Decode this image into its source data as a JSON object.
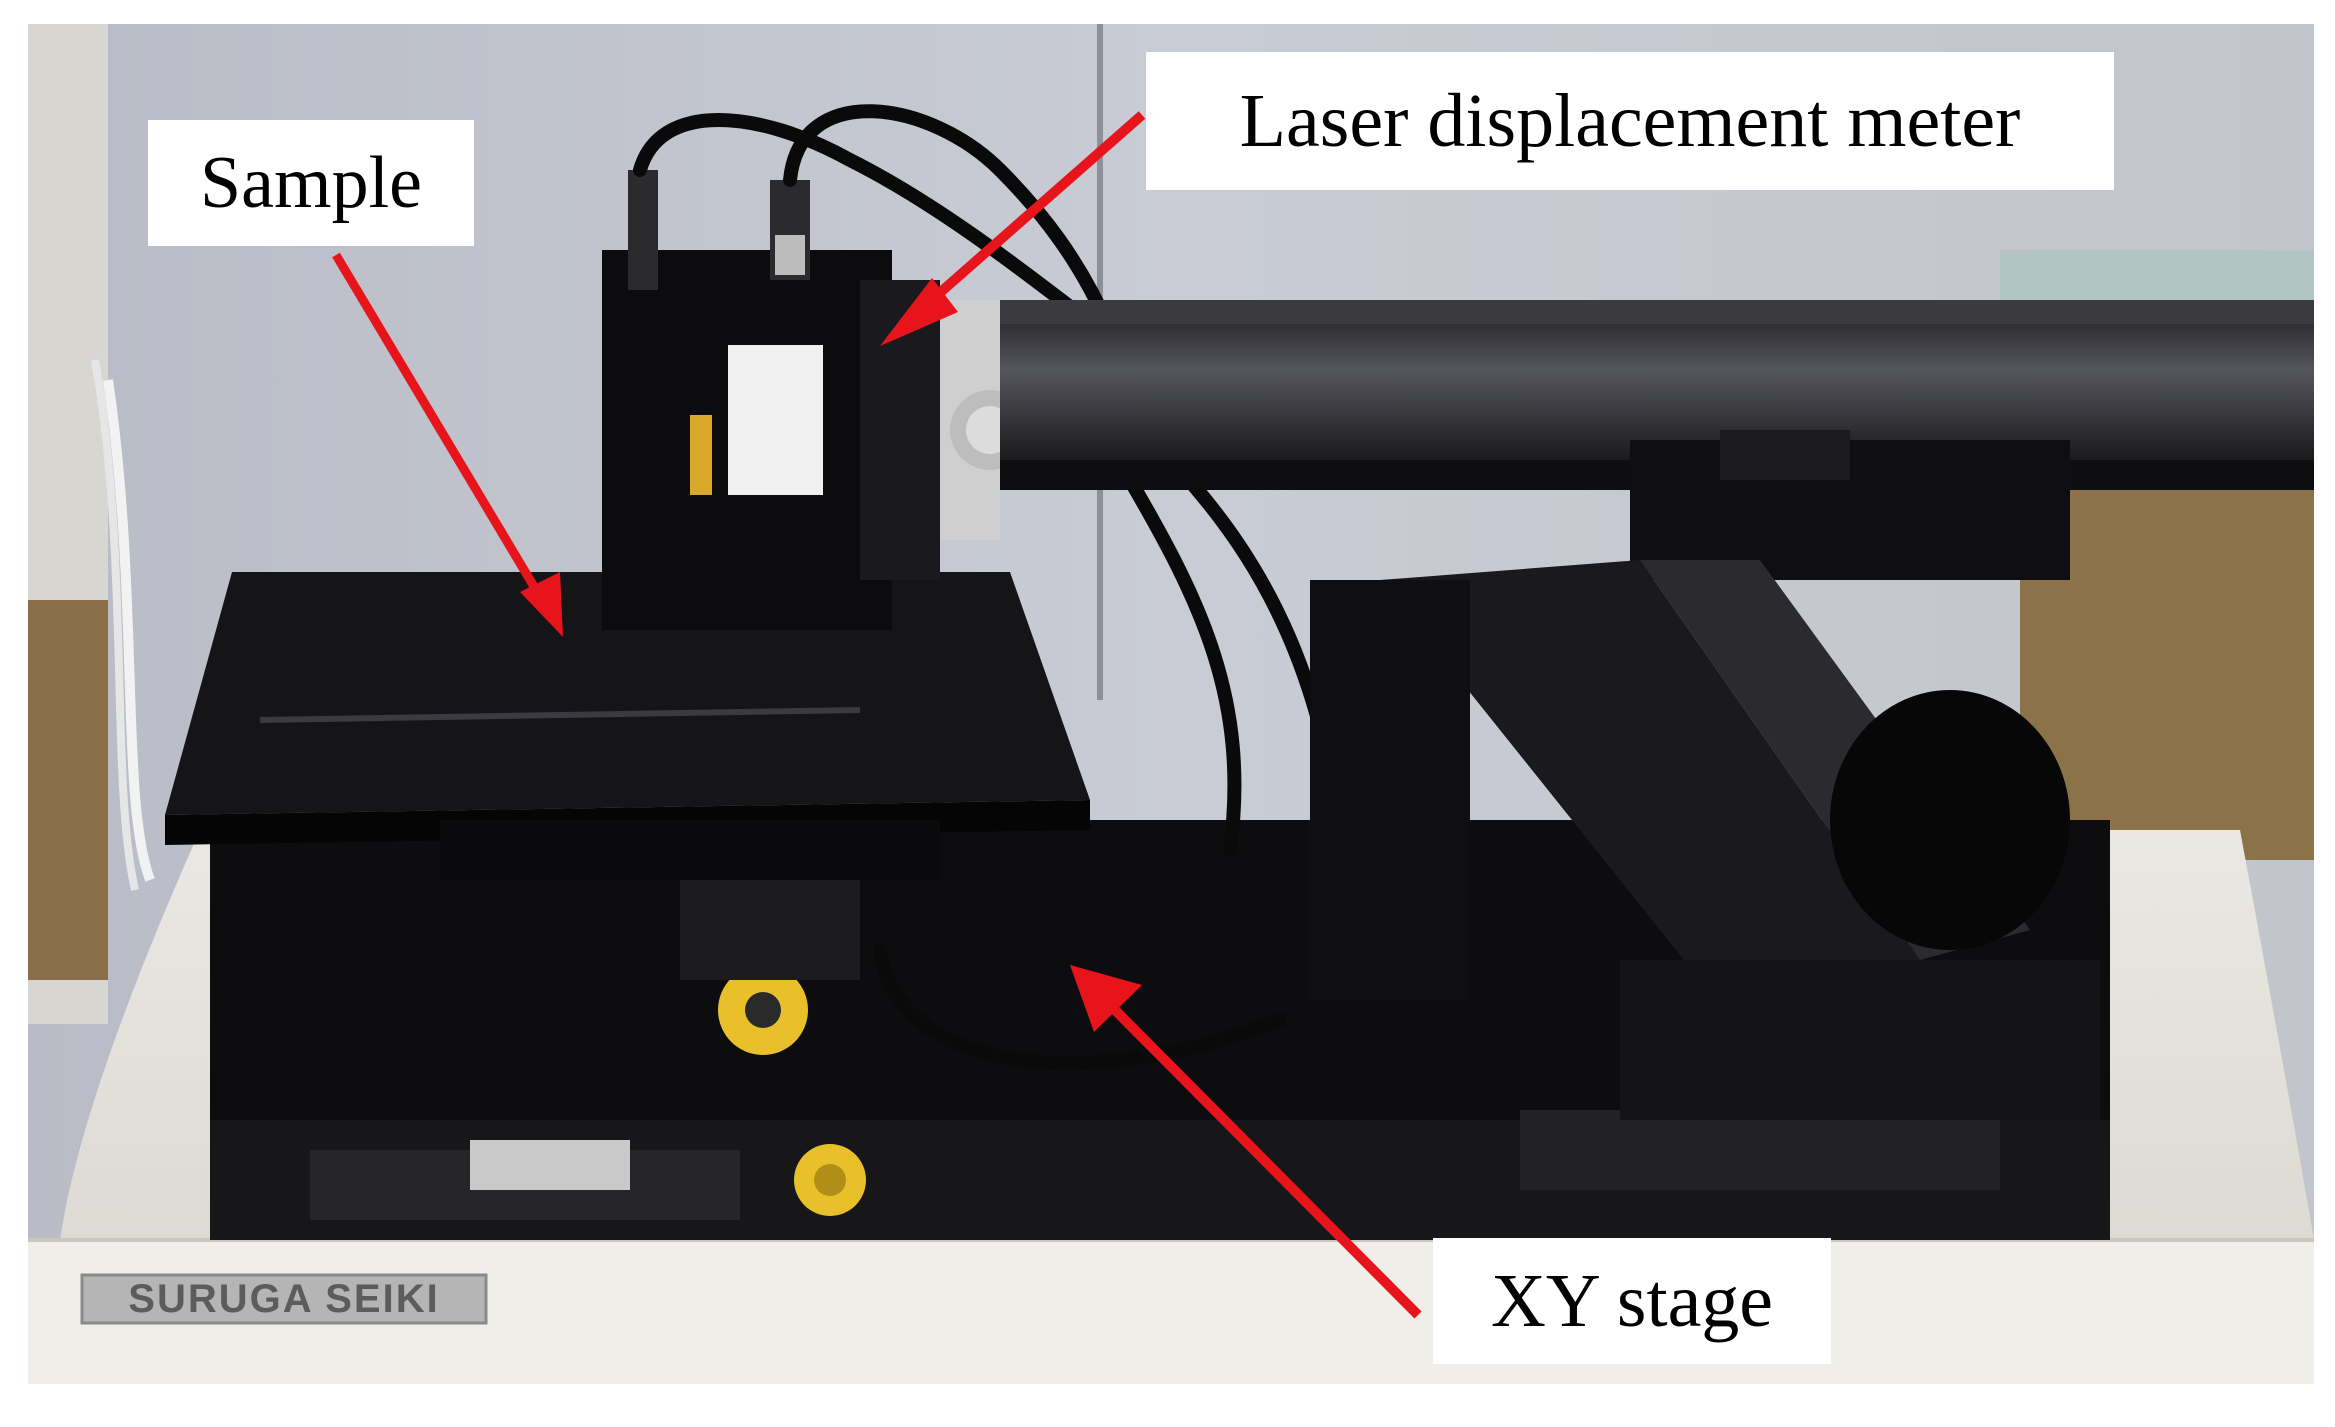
{
  "labels": {
    "sample": "Sample",
    "laser_meter": "Laser displacement meter",
    "xy_stage": "XY stage"
  },
  "brand_plate": "SURUGA SEIKI",
  "colors": {
    "arrow": "#e8141b",
    "label_bg": "#ffffff",
    "label_text": "#000000"
  }
}
